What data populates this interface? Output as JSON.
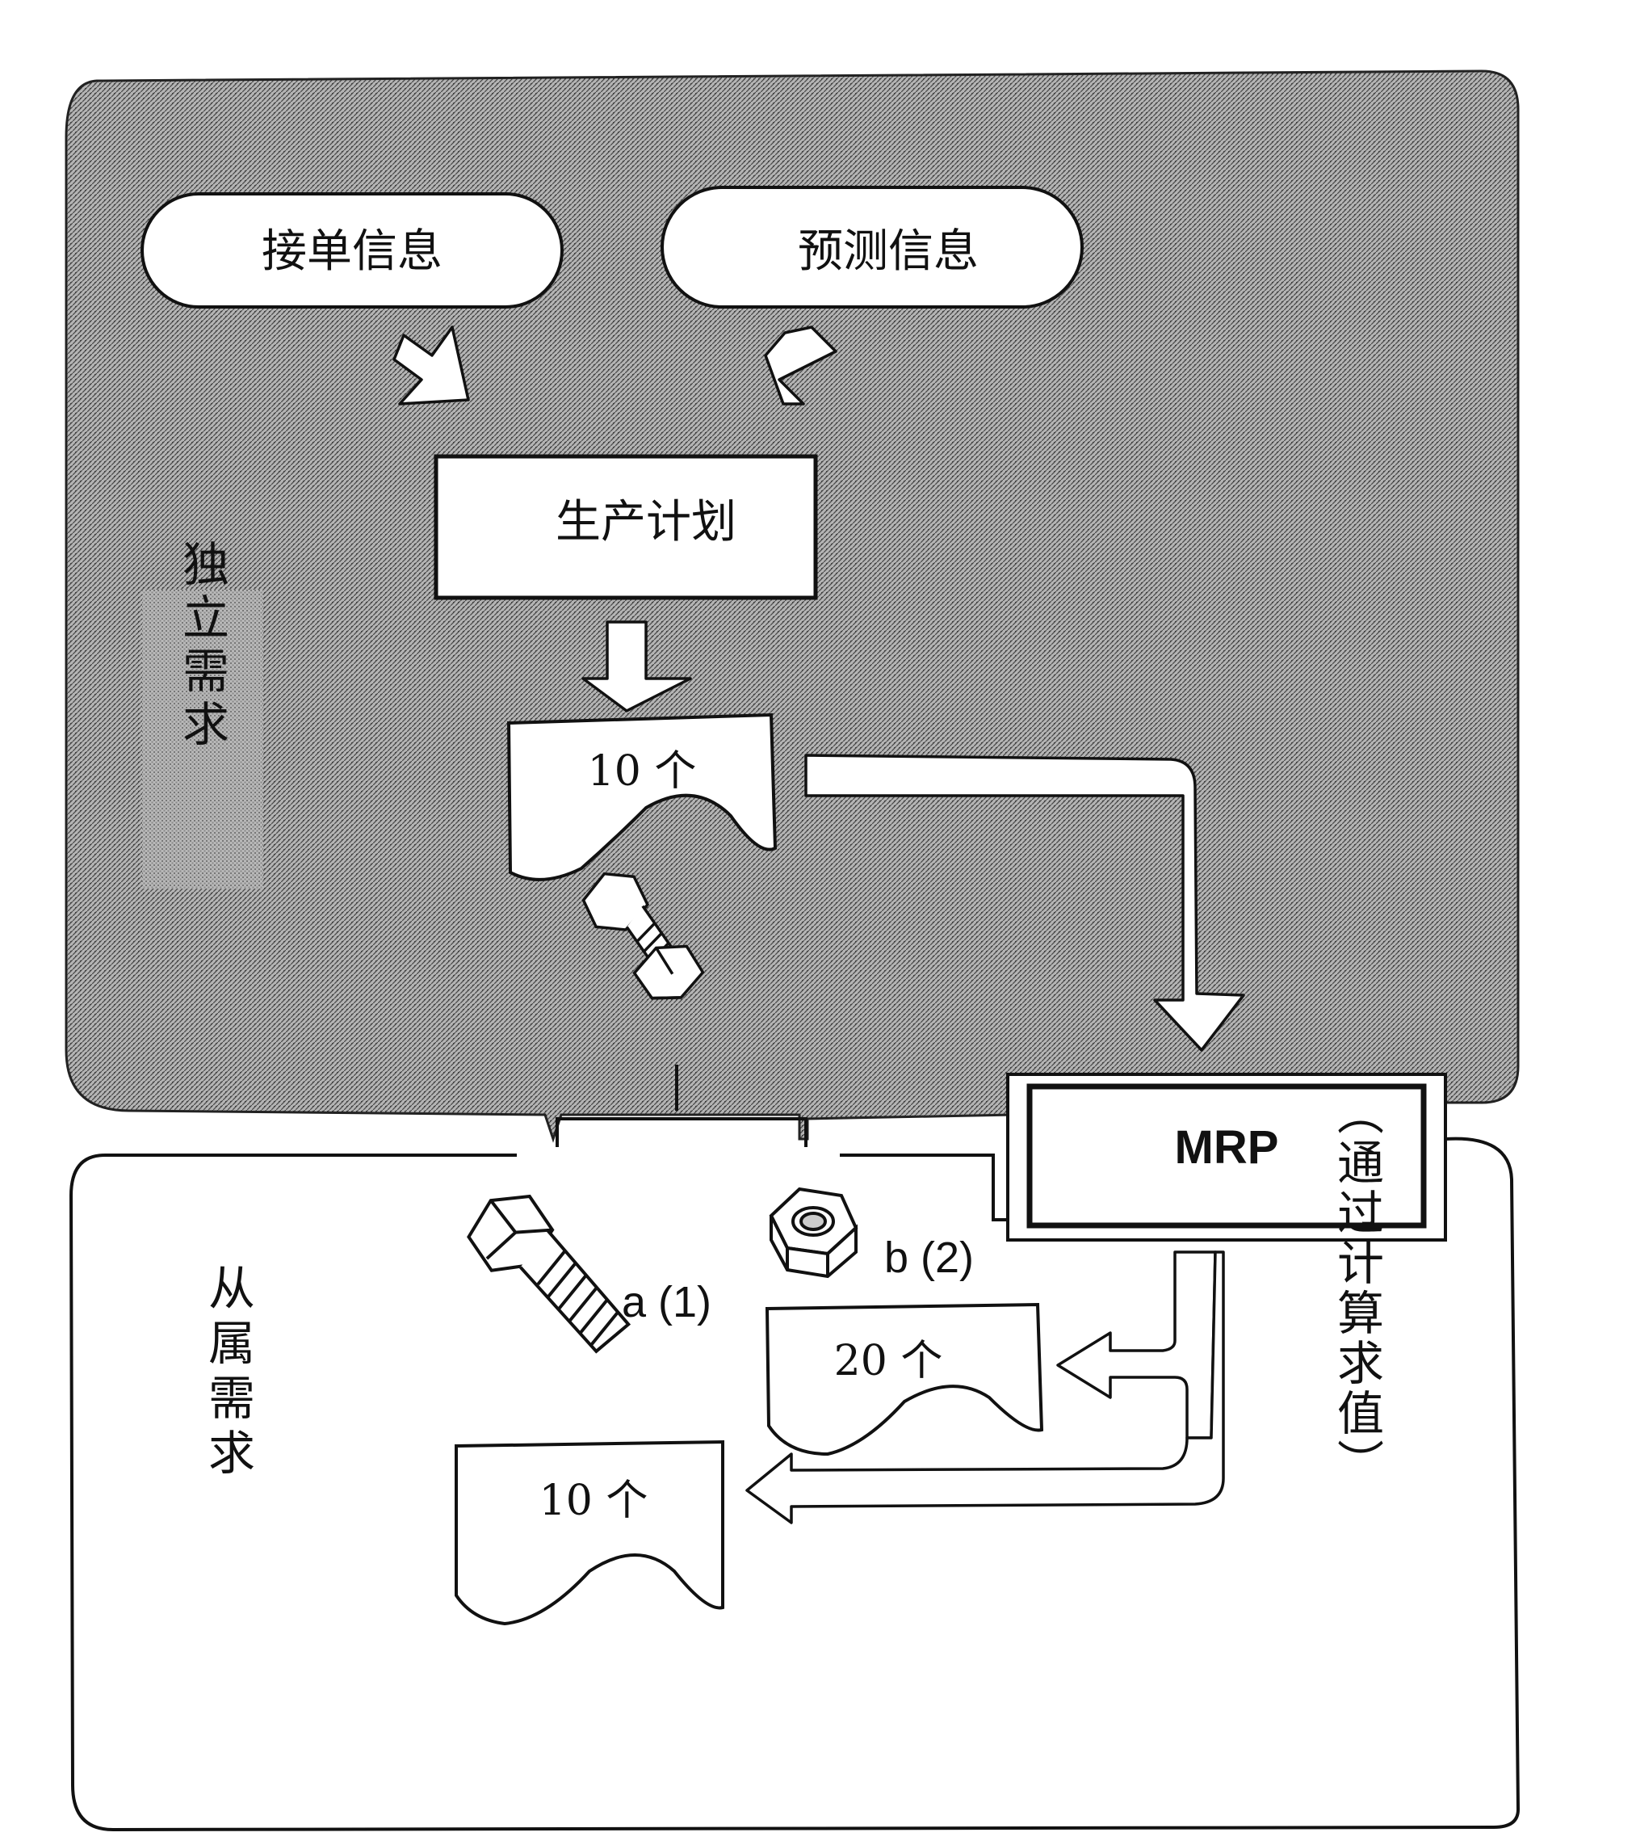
{
  "independent_region": {
    "label": "独立需求",
    "order_info": "接单信息",
    "forecast_info": "预测信息",
    "production_plan": "生产计划",
    "product_qty": "10 个"
  },
  "mrp": {
    "label": "MRP",
    "note": "（通过计算求值）"
  },
  "dependent_region": {
    "label": "从属需求",
    "part_a": "a (1)",
    "part_b": "b (2)",
    "qty_b": "20 个",
    "qty_a": "10 个"
  },
  "colors": {
    "independent_fill": "#a9a9a9",
    "pattern_dark": "#3a3a3a",
    "stroke": "#111111",
    "box_fill": "#ffffff"
  },
  "icons": [
    "bolt-nut-assembly-icon",
    "bolt-icon",
    "nut-icon"
  ]
}
